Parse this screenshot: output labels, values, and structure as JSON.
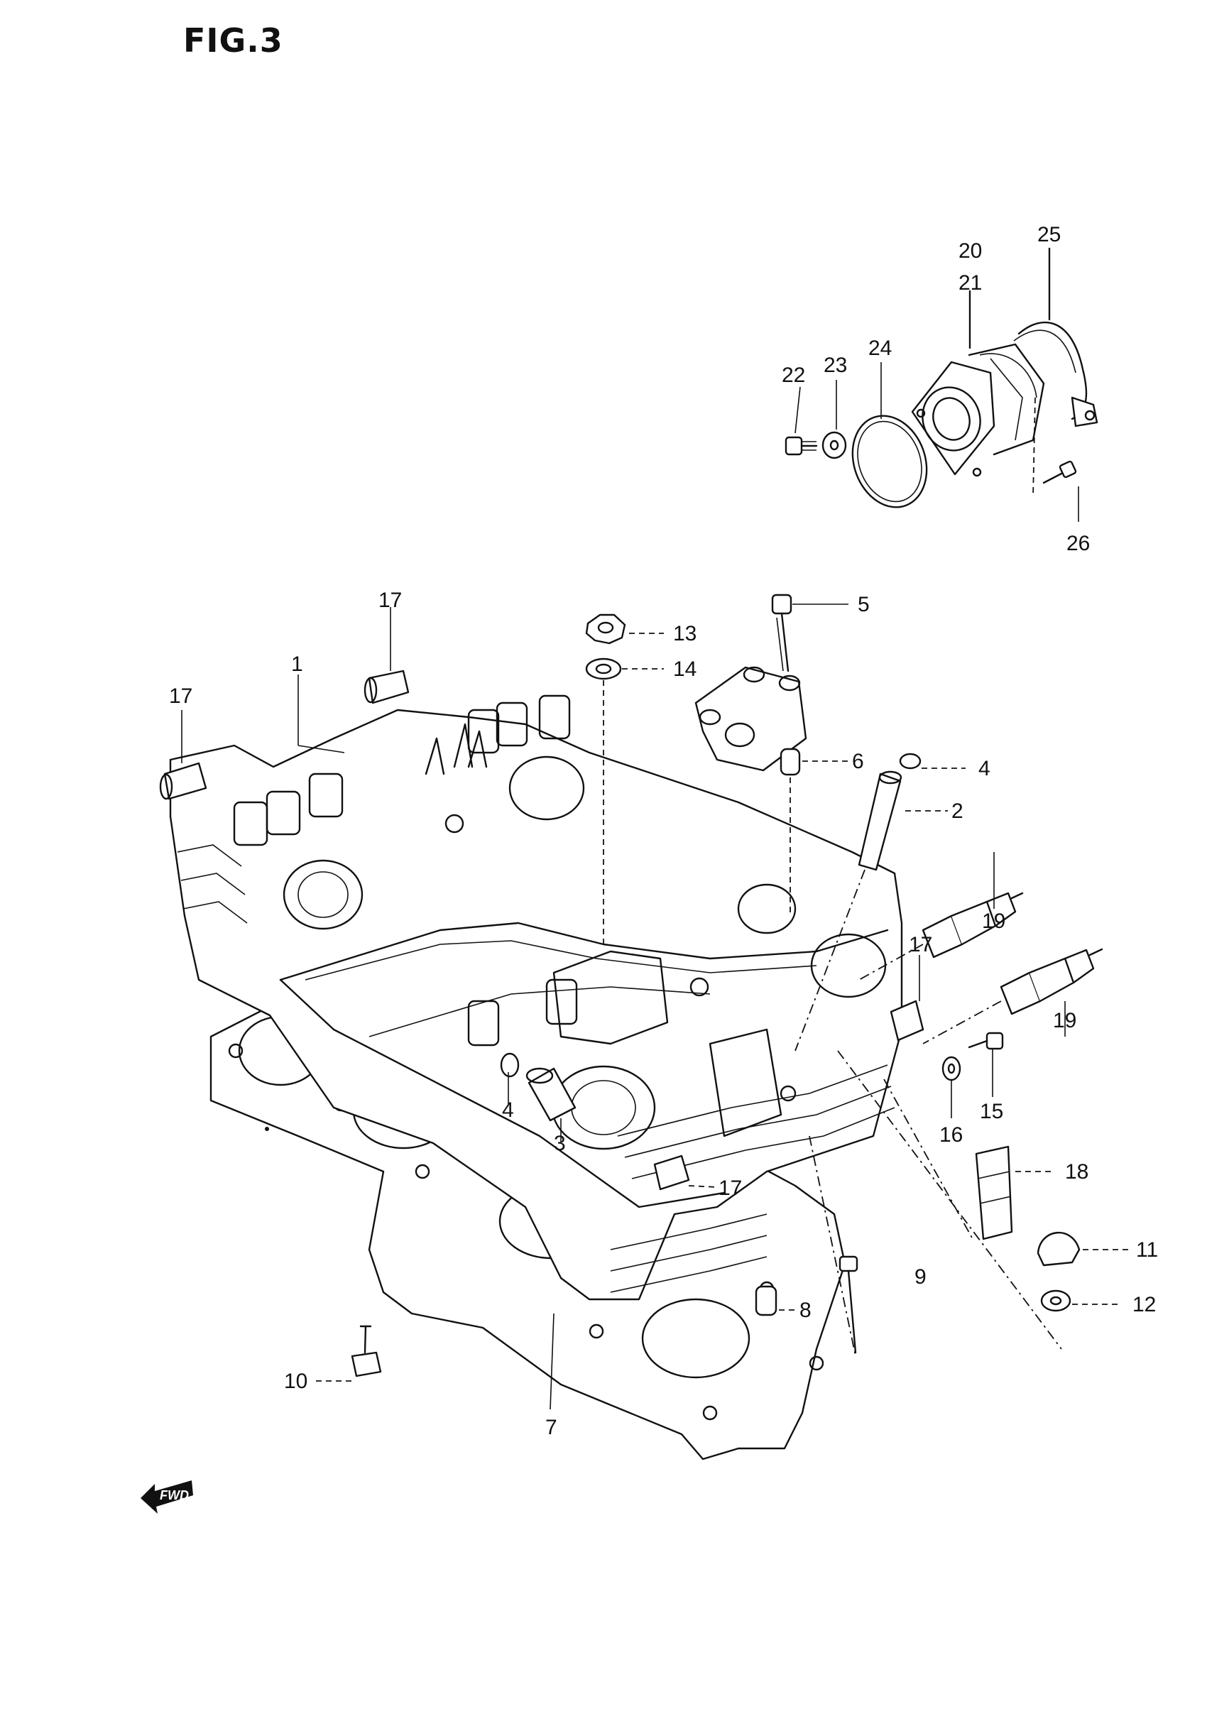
{
  "figure": {
    "title": "FIG.3",
    "fwd_label": "FWD"
  },
  "callouts": [
    {
      "id": "c20",
      "label": "20"
    },
    {
      "id": "c21",
      "label": "21"
    },
    {
      "id": "c25",
      "label": "25"
    },
    {
      "id": "c22",
      "label": "22"
    },
    {
      "id": "c23",
      "label": "23"
    },
    {
      "id": "c24",
      "label": "24"
    },
    {
      "id": "c26",
      "label": "26"
    },
    {
      "id": "c17a",
      "label": "17"
    },
    {
      "id": "c17b",
      "label": "17"
    },
    {
      "id": "c1",
      "label": "1"
    },
    {
      "id": "c13",
      "label": "13"
    },
    {
      "id": "c14",
      "label": "14"
    },
    {
      "id": "c5",
      "label": "5"
    },
    {
      "id": "c6",
      "label": "6"
    },
    {
      "id": "c4a",
      "label": "4"
    },
    {
      "id": "c2",
      "label": "2"
    },
    {
      "id": "c19a",
      "label": "19"
    },
    {
      "id": "c17c",
      "label": "17"
    },
    {
      "id": "c19b",
      "label": "19"
    },
    {
      "id": "c4b",
      "label": "4"
    },
    {
      "id": "c3",
      "label": "3"
    },
    {
      "id": "c16",
      "label": "16"
    },
    {
      "id": "c15",
      "label": "15"
    },
    {
      "id": "c17d",
      "label": "17"
    },
    {
      "id": "c18",
      "label": "18"
    },
    {
      "id": "c11",
      "label": "11"
    },
    {
      "id": "c9",
      "label": "9"
    },
    {
      "id": "c12",
      "label": "12"
    },
    {
      "id": "c8",
      "label": "8"
    },
    {
      "id": "c10",
      "label": "10"
    },
    {
      "id": "c7",
      "label": "7"
    }
  ]
}
